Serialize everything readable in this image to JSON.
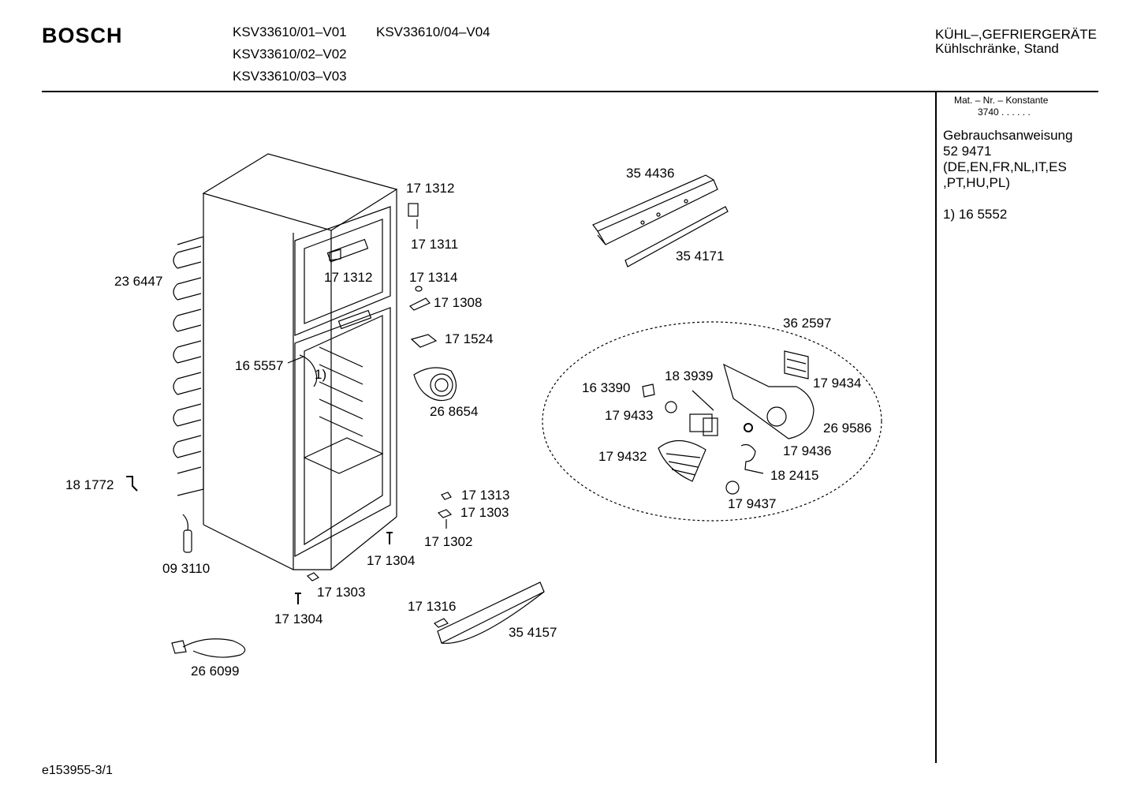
{
  "header": {
    "brand": "BOSCH",
    "models": [
      "KSV33610/01–V01",
      "KSV33610/04–V04",
      "KSV33610/02–V02",
      "KSV33610/03–V03"
    ],
    "category_line1": "KÜHL–,GEFRIERGERÄTE",
    "category_line2": "Kühlschränke, Stand"
  },
  "sidebar": {
    "mat_nr_label": "Mat. – Nr. – Konstante",
    "mat_nr_value": "3740  .  .   .  .  .  .",
    "manual_title": "Gebrauchsanweisung",
    "manual_number": "52 9471",
    "manual_langs_1": "(DE,EN,FR,NL,IT,ES",
    "manual_langs_2": ",PT,HU,PL)",
    "note": "1)  16 5552"
  },
  "parts": {
    "p171312a": "17 1312",
    "p171311": "17 1311",
    "p171312b": "17 1312",
    "p171314": "17 1314",
    "p171308": "17 1308",
    "p171524": "17 1524",
    "p236447": "23 6447",
    "p165557": "16 5557",
    "note1": "1)",
    "p268654": "26 8654",
    "p181772": "18 1772",
    "p093110": "09 3110",
    "p171313": "17 1313",
    "p171303a": "17 1303",
    "p171302": "17 1302",
    "p171304a": "17 1304",
    "p171303b": "17 1303",
    "p171304b": "17 1304",
    "p171316": "17 1316",
    "p354157": "35 4157",
    "p266099": "26 6099",
    "p354436": "35 4436",
    "p354171": "35 4171",
    "p362597": "36 2597",
    "p183939": "18 3939",
    "p163390": "16 3390",
    "p179434": "17 9434",
    "p179433": "17 9433",
    "p269586": "26 9586",
    "p179436": "17 9436",
    "p179432": "17 9432",
    "p182415": "18 2415",
    "p179437": "17 9437"
  },
  "footer": {
    "doc_id": "e153955-3/1"
  }
}
